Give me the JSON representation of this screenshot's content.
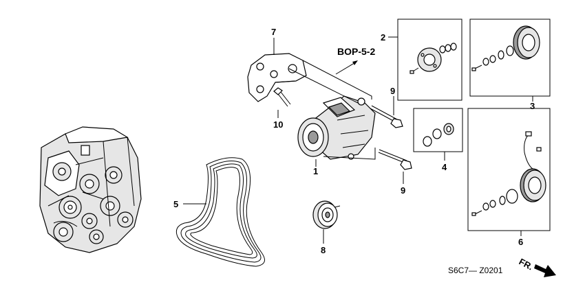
{
  "callouts": {
    "c1": "1",
    "c2": "2",
    "c3": "3",
    "c4": "4",
    "c5": "5",
    "c6": "6",
    "c7": "7",
    "c8": "8",
    "c9a": "9",
    "c9b": "9",
    "c10": "10"
  },
  "reference": {
    "label": "BOP-5-2"
  },
  "footer": {
    "diagram_code": "S6C7— Z0201",
    "direction_label": "FR."
  }
}
